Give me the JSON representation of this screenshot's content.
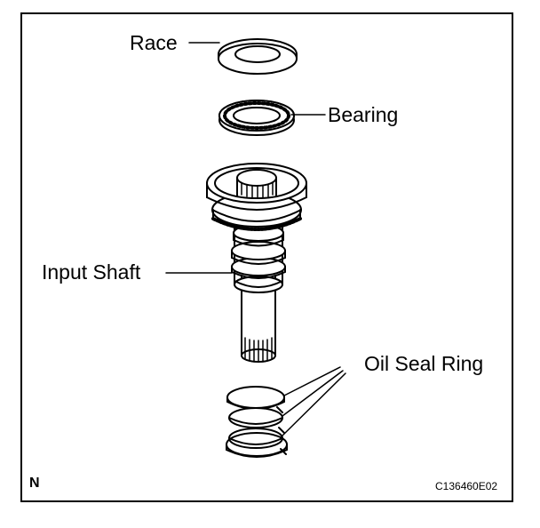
{
  "labels": {
    "race": "Race",
    "bearing": "Bearing",
    "input_shaft": "Input Shaft",
    "oil_seal_ring": "Oil Seal Ring"
  },
  "corner": {
    "north": "N",
    "figure_code": "C136460E02"
  }
}
